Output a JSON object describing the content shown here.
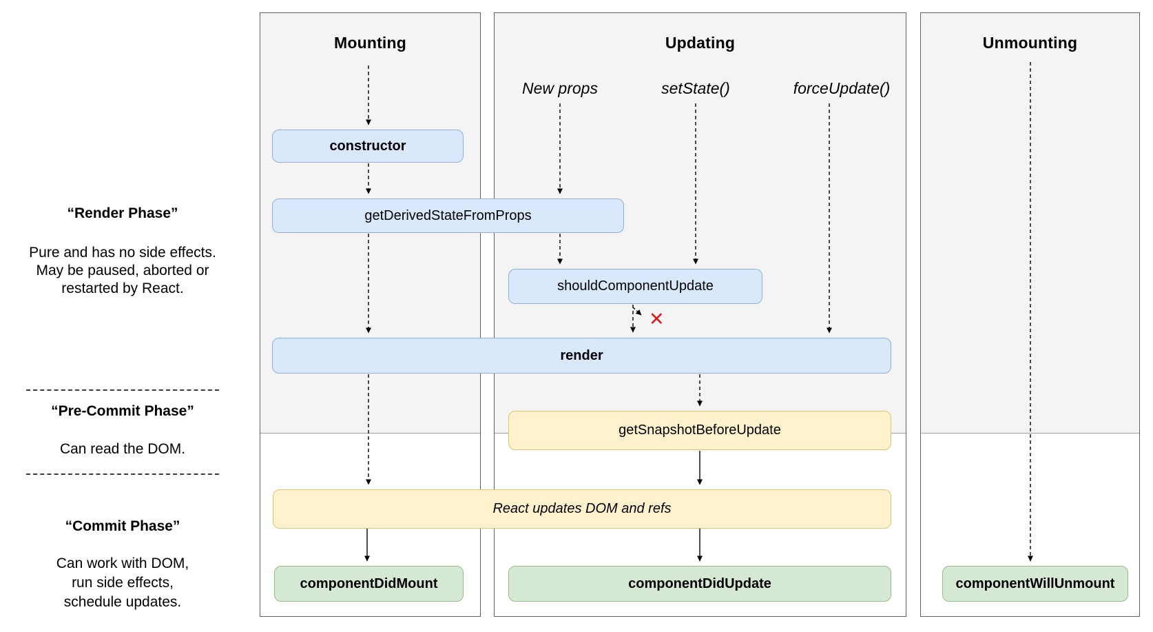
{
  "columns": [
    {
      "title": "Mounting"
    },
    {
      "title": "Updating"
    },
    {
      "title": "Unmounting"
    }
  ],
  "triggers": [
    "New props",
    "setState()",
    "forceUpdate()"
  ],
  "nodes": {
    "ctor": {
      "label": "constructor"
    },
    "gdsfp": {
      "label": "getDerivedStateFromProps"
    },
    "scu": {
      "label": "shouldComponentUpdate"
    },
    "render": {
      "label": "render"
    },
    "gsbu": {
      "label": "getSnapshotBeforeUpdate"
    },
    "rudr": {
      "label": "React updates DOM and refs"
    },
    "cdm": {
      "label": "componentDidMount"
    },
    "cdu": {
      "label": "componentDidUpdate"
    },
    "cwu": {
      "label": "componentWillUnmount"
    }
  },
  "left_panel": {
    "sections": [
      {
        "heading": "“Render Phase”",
        "lines": [
          "Pure and has no side effects.",
          "May be paused, aborted or",
          "restarted by React."
        ]
      },
      {
        "heading": "“Pre-Commit Phase”",
        "lines": [
          "Can read the DOM."
        ]
      },
      {
        "heading": "“Commit Phase”",
        "lines": [
          "Can work with DOM,",
          "run side effects,",
          "schedule updates."
        ]
      }
    ]
  },
  "annotations": {
    "abort_mark": "✕"
  },
  "colors": {
    "blue_fill": "#dae8fc",
    "blue_border": "#8fafd8",
    "yellow_fill": "#fff2cc",
    "yellow_border": "#e0c36e",
    "green_fill": "#d5e8d4",
    "green_border": "#97bf83",
    "phase_bg": "#f4f4f4",
    "column_border": "#616161",
    "phase_divider": "#9e9e9e",
    "red": "#d81a1a"
  }
}
